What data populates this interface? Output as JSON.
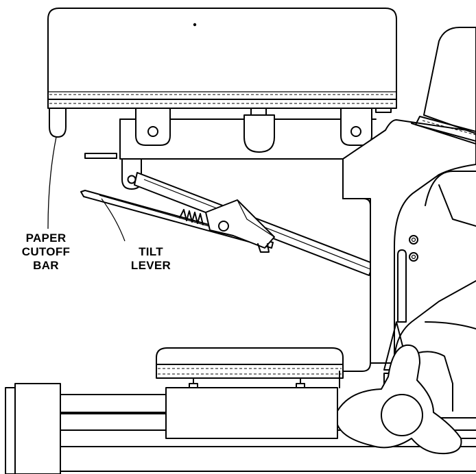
{
  "callouts": {
    "paper_cutoff_bar": [
      "PAPER",
      "CUTOFF",
      "BAR"
    ],
    "tilt_lever": [
      "TILT",
      "LEVER"
    ]
  }
}
